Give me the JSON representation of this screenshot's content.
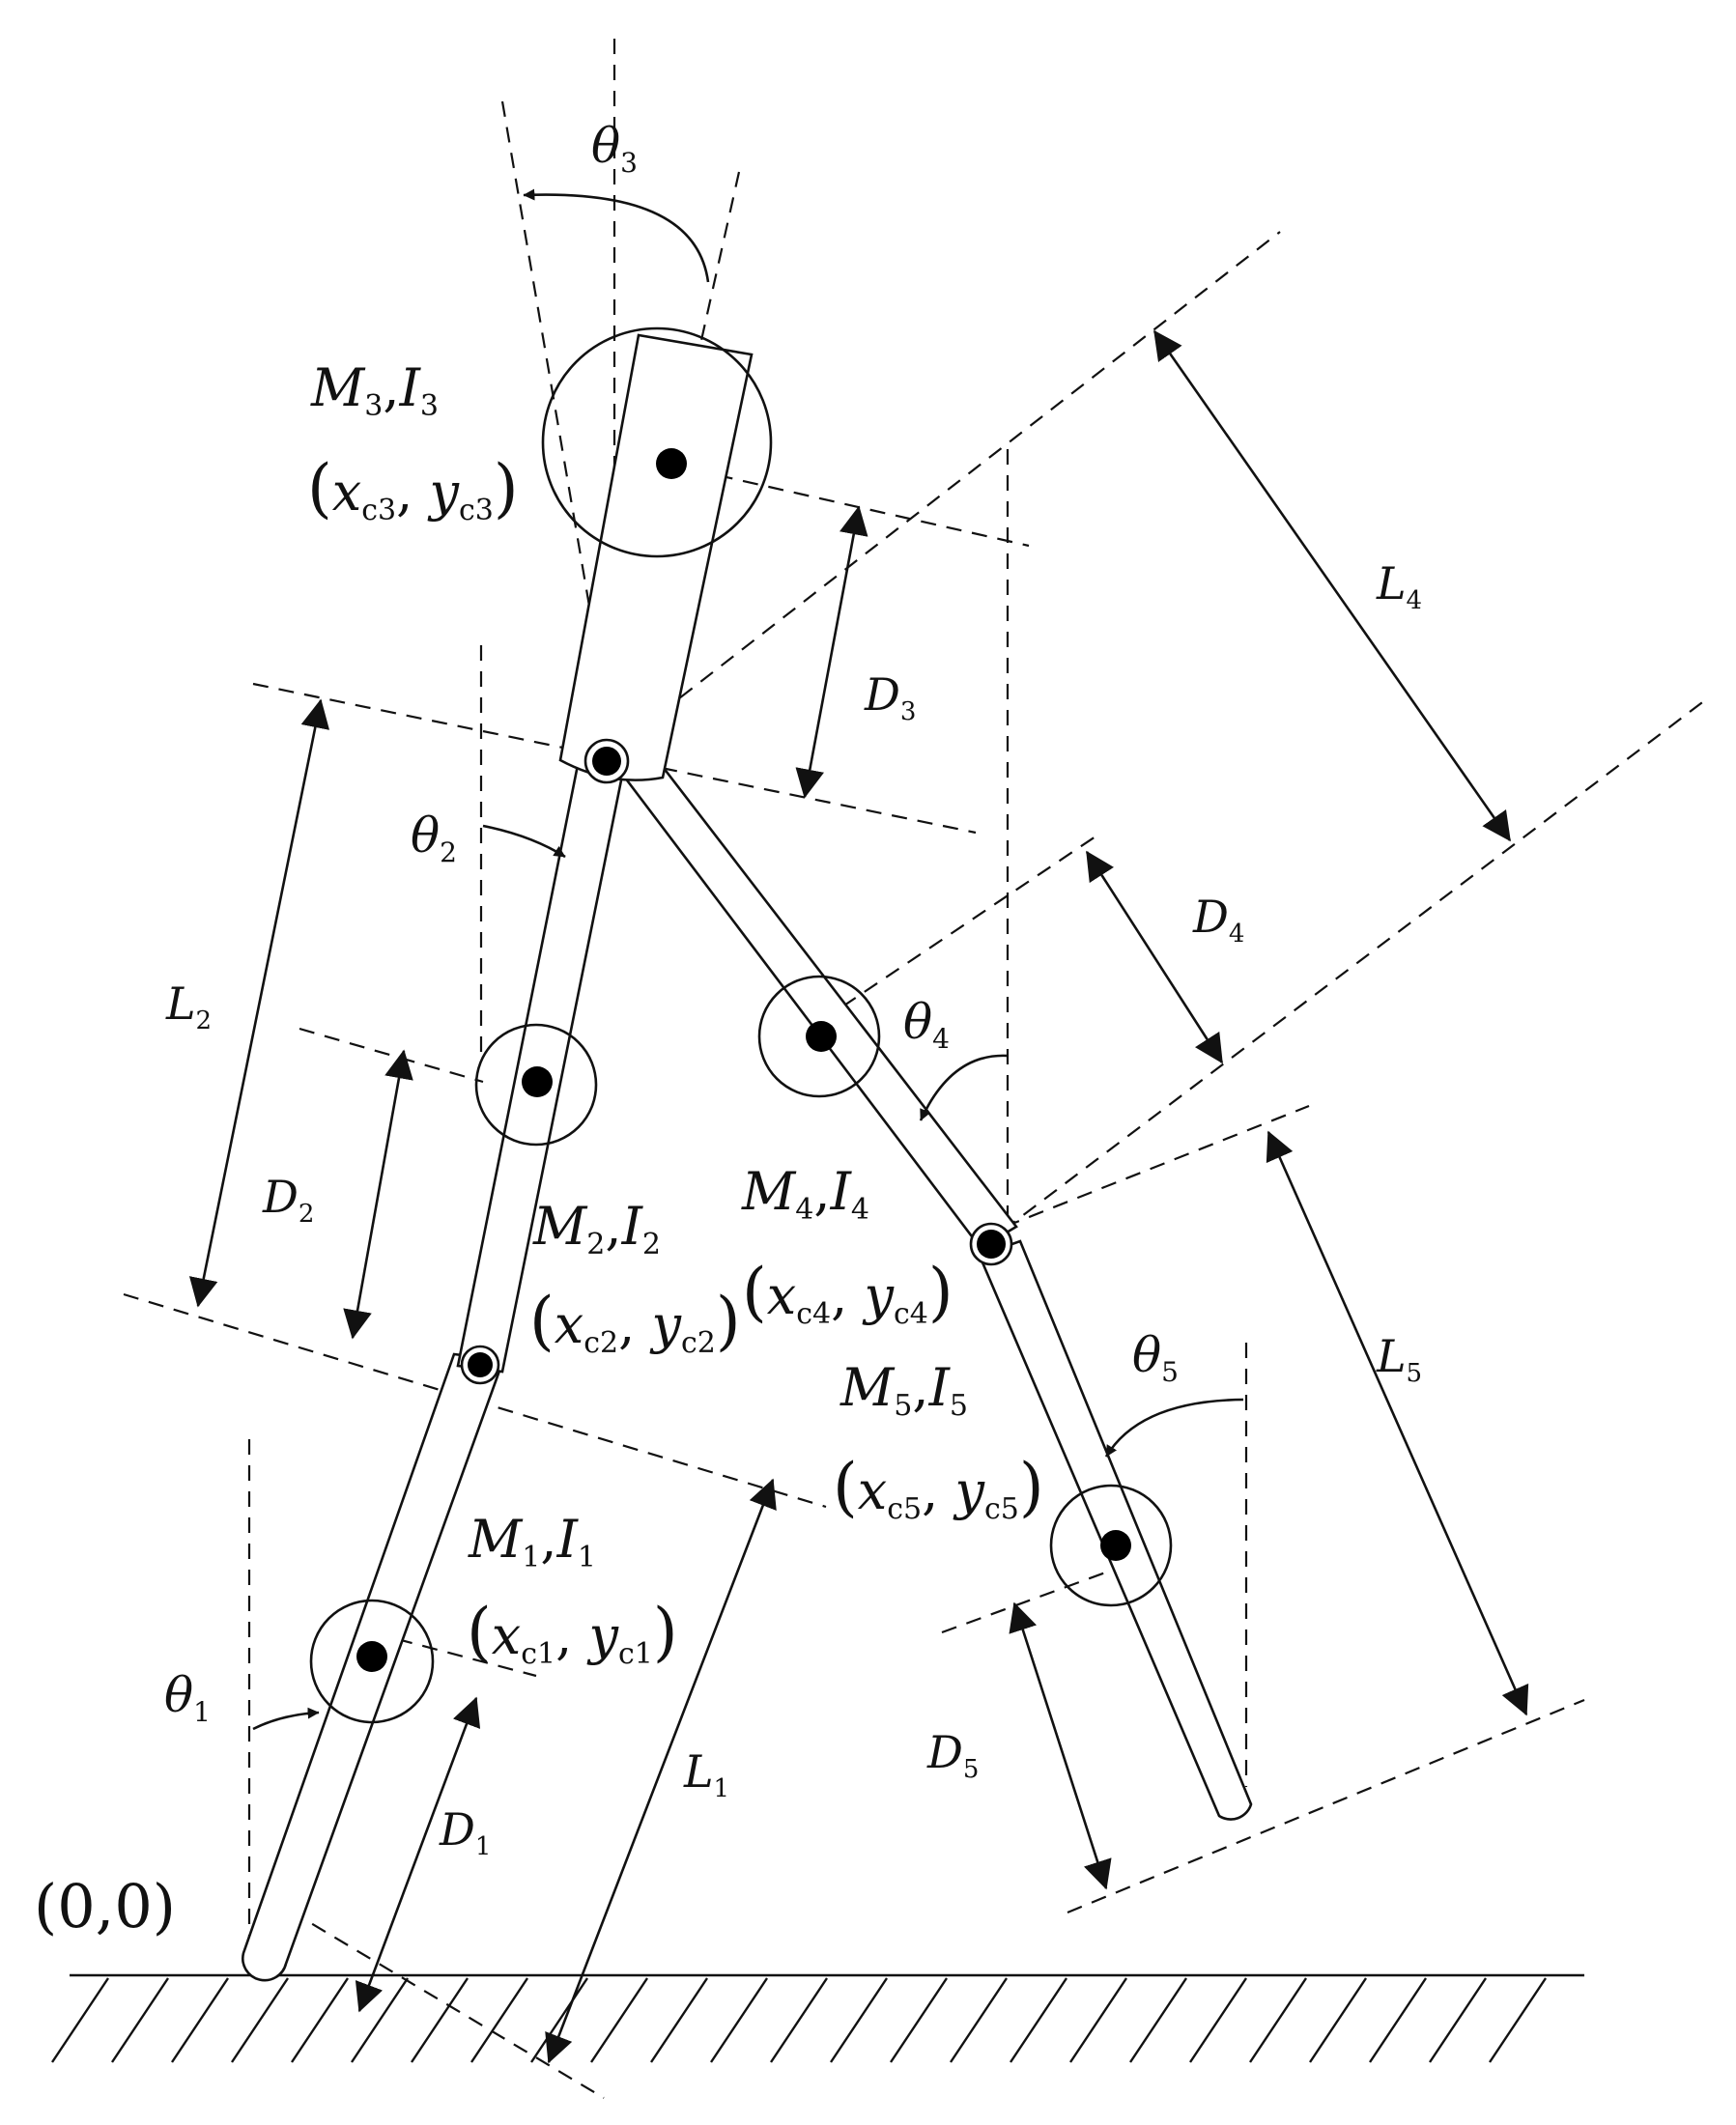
{
  "labels": {
    "origin": "(0,0)",
    "theta": [
      {
        "base": "θ",
        "sub": "1"
      },
      {
        "base": "θ",
        "sub": "2"
      },
      {
        "base": "θ",
        "sub": "3"
      },
      {
        "base": "θ",
        "sub": "4"
      },
      {
        "base": "θ",
        "sub": "5"
      }
    ],
    "lengths": [
      {
        "base": "L",
        "sub": "1"
      },
      {
        "base": "L",
        "sub": "2"
      },
      {
        "base": "L",
        "sub": "4"
      },
      {
        "base": "L",
        "sub": "5"
      }
    ],
    "offsets": [
      {
        "base": "D",
        "sub": "1"
      },
      {
        "base": "D",
        "sub": "2"
      },
      {
        "base": "D",
        "sub": "3"
      },
      {
        "base": "D",
        "sub": "4"
      },
      {
        "base": "D",
        "sub": "5"
      }
    ],
    "masses": [
      {
        "mass": "M",
        "inertia": "I",
        "sub": "1",
        "coord_x": "x",
        "coord_y": "y",
        "coord_sub": "c1"
      },
      {
        "mass": "M",
        "inertia": "I",
        "sub": "2",
        "coord_x": "x",
        "coord_y": "y",
        "coord_sub": "c2"
      },
      {
        "mass": "M",
        "inertia": "I",
        "sub": "3",
        "coord_x": "x",
        "coord_y": "y",
        "coord_sub": "c3"
      },
      {
        "mass": "M",
        "inertia": "I",
        "sub": "4",
        "coord_x": "x",
        "coord_y": "y",
        "coord_sub": "c4"
      },
      {
        "mass": "M",
        "inertia": "I",
        "sub": "5",
        "coord_x": "x",
        "coord_y": "y",
        "coord_sub": "c5"
      }
    ]
  }
}
